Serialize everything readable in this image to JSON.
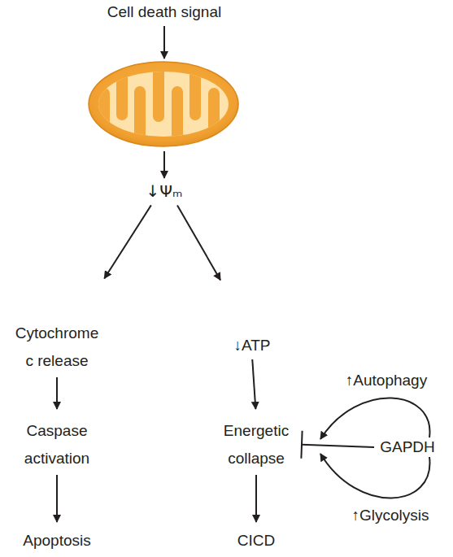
{
  "diagram": {
    "nodes": [
      {
        "text": [
          "Cell death signal"
        ]
      },
      {
        "text": [
          "↓Ψₘ"
        ]
      },
      {
        "text": [
          "Cytochrome c release"
        ]
      },
      {
        "text": [
          "↓ATP"
        ]
      },
      {
        "text": [
          "Caspase activation"
        ]
      },
      {
        "text": [
          "Energetic collapse"
        ]
      },
      {
        "text": [
          "Apoptosis"
        ]
      },
      {
        "text": [
          "CICD"
        ]
      },
      {
        "text": [
          "GAPDH"
        ]
      }
    ],
    "edges": [
      {
        "from": 1,
        "to": 2,
        "arrow": "to"
      },
      {
        "from": 1,
        "to": 3,
        "arrow": "to"
      },
      {
        "from": 2,
        "to": 4,
        "arrow": "to"
      },
      {
        "from": 4,
        "to": 6,
        "arrow": "to"
      },
      {
        "from": 3,
        "to": 5,
        "arrow": "to"
      },
      {
        "from": 5,
        "to": 7,
        "arrow": "to"
      },
      {
        "from": 8,
        "to": 5,
        "arrow": "to"
      }
    ],
    "labels": [
      "↑Autophagy",
      "↑Glycolysis"
    ]
  }
}
